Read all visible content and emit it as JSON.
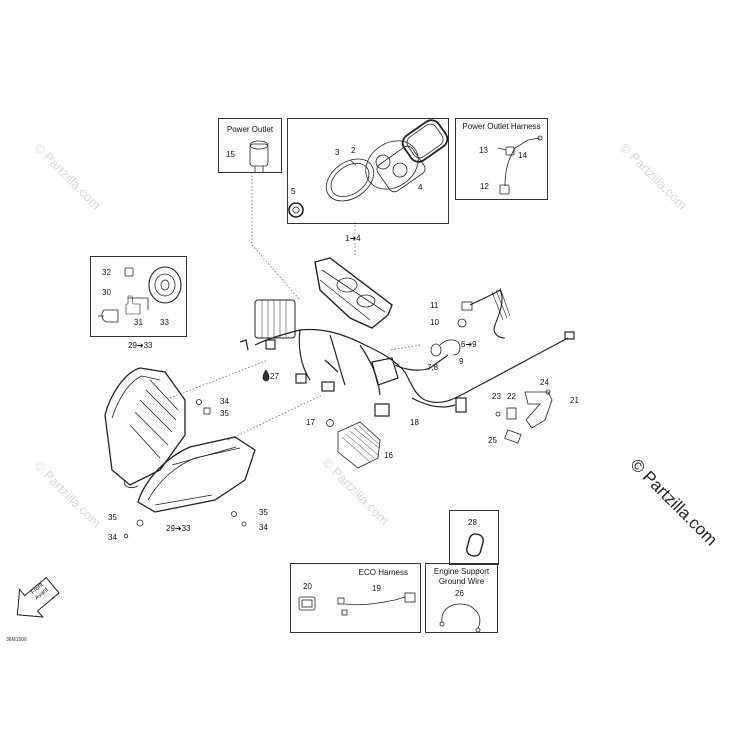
{
  "watermark": "© Partzilla.com",
  "copyright": "© Partzilla.com",
  "drawing_code": "36M1506",
  "front_arrow": "Front Avant",
  "boxes": {
    "power_outlet": "Power Outlet",
    "power_outlet_harness": "Power Outlet Harness",
    "eco_harness": "ECO Harness",
    "engine_support": "Engine Support Ground Wire"
  },
  "callouts": {
    "c1_4": "1➔4",
    "c2": "2",
    "c3": "3",
    "c4": "4",
    "c5": "5",
    "c6_9": "6➔9",
    "c7_8": "7,8",
    "c9": "9",
    "c10": "10",
    "c11": "11",
    "c12": "12",
    "c13": "13",
    "c14": "14",
    "c15": "15",
    "c16": "16",
    "c17": "17",
    "c18": "18",
    "c19": "19",
    "c20": "20",
    "c21": "21",
    "c22": "22",
    "c23": "23",
    "c24": "24",
    "c25": "25",
    "c26": "26",
    "c27": "27",
    "c28": "28",
    "c29_33_top": "29➔33",
    "c29_33_bottom": "29➔33",
    "c30": "30",
    "c31": "31",
    "c32": "32",
    "c33": "33",
    "c34_upper": "34",
    "c35_upper": "35",
    "c35_left": "35",
    "c34_left": "34",
    "c35_right": "35",
    "c34_right": "34"
  }
}
